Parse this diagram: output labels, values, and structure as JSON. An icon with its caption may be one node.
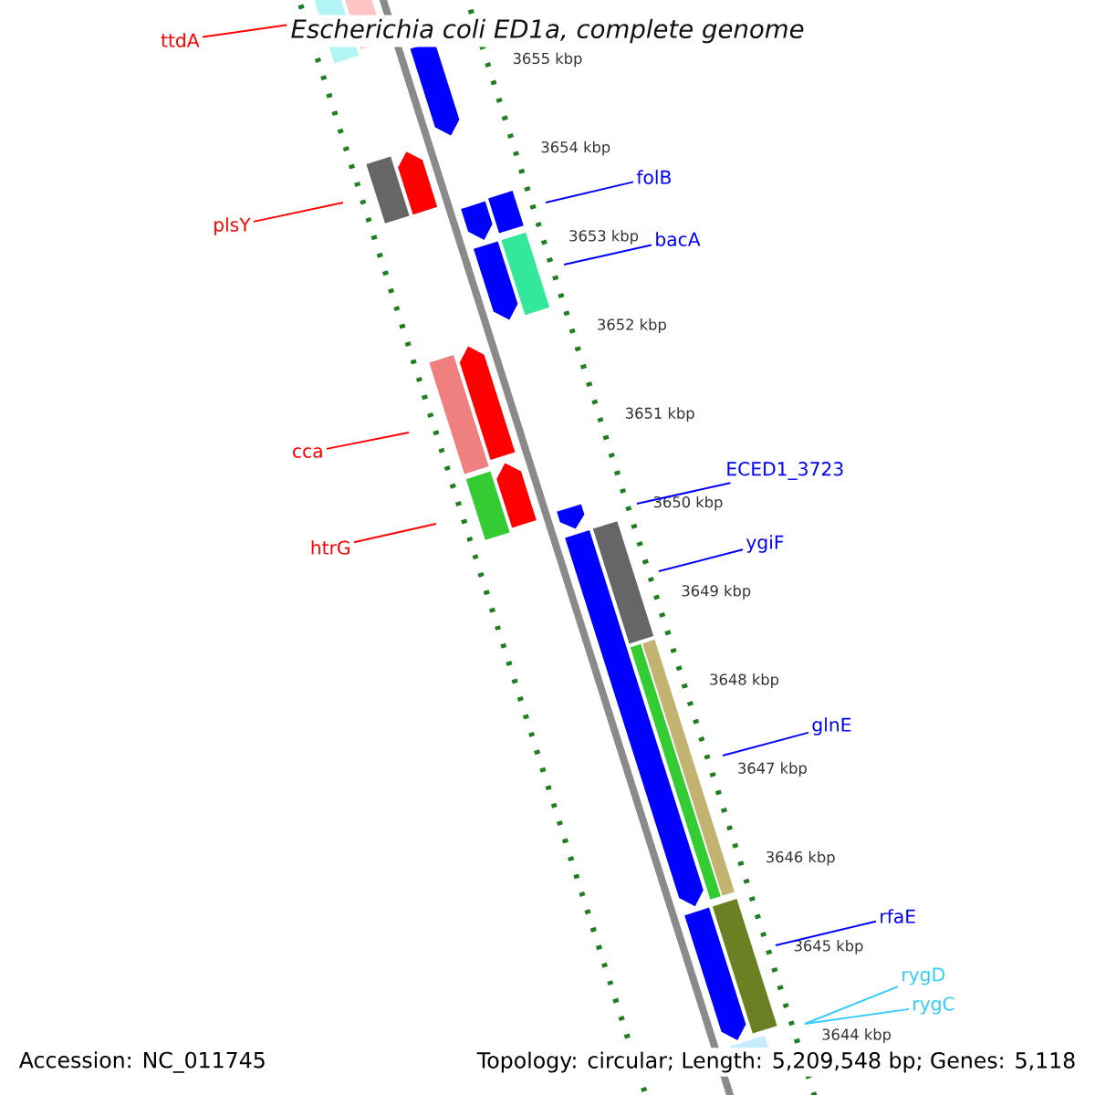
{
  "diagram": {
    "title": "Escherichia coli ED1a, complete genome",
    "nodes": [
      {
        "text": [
          "ttdA"
        ]
      },
      {
        "text": [
          "plsY"
        ]
      },
      {
        "text": [
          "cca"
        ]
      },
      {
        "text": [
          "htrG"
        ]
      },
      {
        "text": [
          "folB"
        ]
      },
      {
        "text": [
          "bacA"
        ]
      },
      {
        "text": [
          "ECED1_3723"
        ]
      },
      {
        "text": [
          "ygiF"
        ]
      },
      {
        "text": [
          "glnE"
        ]
      },
      {
        "text": [
          "rfaE"
        ]
      },
      {
        "text": [
          "rygD"
        ]
      },
      {
        "text": [
          "rygC"
        ]
      }
    ],
    "edges": [
      {
        "from": 0,
        "to": null,
        "arrow": "none",
        "color": "#ff0000"
      },
      {
        "from": 1,
        "to": null,
        "arrow": "none",
        "color": "#ff0000"
      },
      {
        "from": 2,
        "to": null,
        "arrow": "none",
        "color": "#ff0000"
      },
      {
        "from": 3,
        "to": null,
        "arrow": "none",
        "color": "#ff0000"
      },
      {
        "from": 4,
        "to": null,
        "arrow": "none"
      },
      {
        "from": 5,
        "to": null,
        "arrow": "none"
      },
      {
        "from": 6,
        "to": null,
        "arrow": "none"
      },
      {
        "from": 7,
        "to": null,
        "arrow": "none"
      },
      {
        "from": 8,
        "to": null,
        "arrow": "none"
      },
      {
        "from": 9,
        "to": null,
        "arrow": "none"
      },
      {
        "from": 10,
        "to": null,
        "arrow": "none",
        "color": "#33ccff"
      },
      {
        "from": 11,
        "to": null,
        "arrow": "none",
        "color": "#33ccff"
      }
    ],
    "labels": [
      "3655 kbp",
      "3654 kbp",
      "3653 kbp",
      "3652 kbp",
      "3651 kbp",
      "3650 kbp",
      "3649 kbp",
      "3648 kbp",
      "3647 kbp",
      "3646 kbp",
      "3645 kbp",
      "3644 kbp",
      "Accession: NC_011745",
      "Topology: circular; Length: 5,209,548 bp; Genes: 5,118"
    ]
  }
}
